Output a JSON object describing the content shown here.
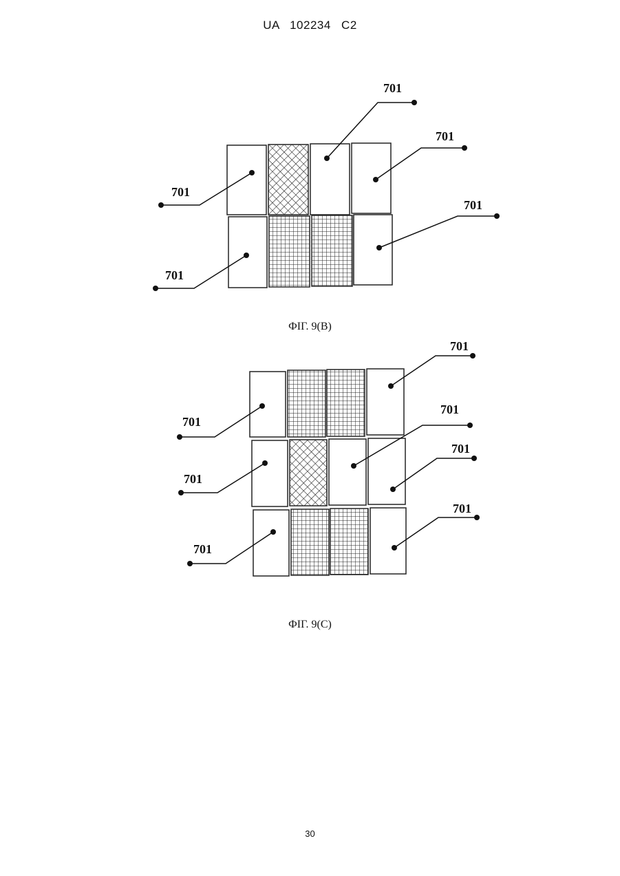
{
  "header": {
    "text": "UA   102234   C2"
  },
  "fig_b": {
    "caption": "ФІГ. 9(B)",
    "label": "701"
  },
  "fig_c": {
    "caption": "ФІГ. 9(C)",
    "label": "701"
  },
  "page_number": "30"
}
